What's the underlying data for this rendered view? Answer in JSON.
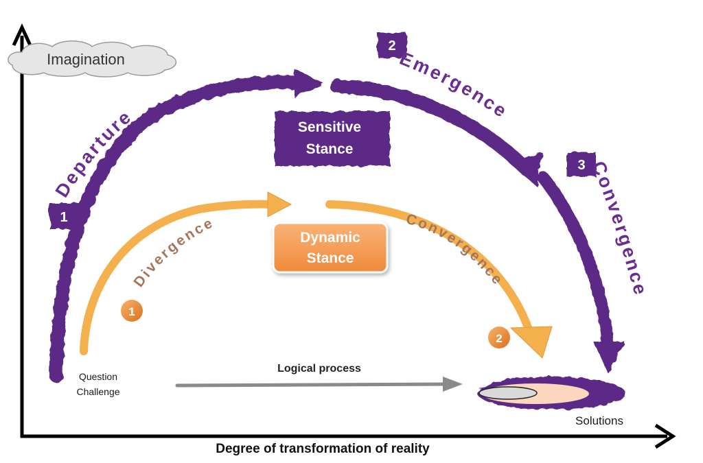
{
  "axes": {
    "y_top_label": "Imagination",
    "x_label": "Degree of transformation of reality"
  },
  "outer_path": {
    "color": "#6a2c91",
    "stages": [
      {
        "number": "1",
        "label": "Departure"
      },
      {
        "number": "2",
        "label": "Emergence"
      },
      {
        "number": "3",
        "label": "Convergence"
      }
    ],
    "stance": {
      "line1": "Sensitive",
      "line2": "Stance"
    }
  },
  "inner_path": {
    "color": "#f5a623",
    "stages": [
      {
        "number": "1",
        "label": "Divergence"
      },
      {
        "number": "2",
        "label": "Convergence"
      }
    ],
    "stance": {
      "line1": "Dynamic",
      "line2": "Stance"
    }
  },
  "logical_process": {
    "label": "Logical process"
  },
  "start": {
    "line1": "Question",
    "line2": "Challenge"
  },
  "end": {
    "label": "Solutions"
  }
}
